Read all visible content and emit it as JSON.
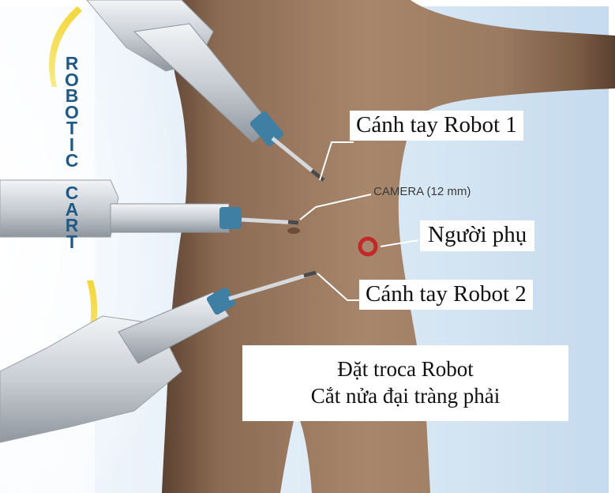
{
  "labels": {
    "arm1": "Cánh tay Robot 1",
    "camera": "CAMERA (12 mm)",
    "assistant": "Người phụ",
    "arm2": "Cánh tay Robot 2"
  },
  "cart_label": {
    "letters": [
      "R",
      "O",
      "B",
      "O",
      "T",
      "I",
      "C",
      " ",
      "C",
      "A",
      "R",
      "T"
    ]
  },
  "caption": {
    "line1": "Đặt troca Robot",
    "line2": "Cắt nửa đại tràng phải"
  },
  "colors": {
    "port_marker": "#c0282a",
    "cart_text": "#1f5a86",
    "skin": "#9e7a60"
  }
}
